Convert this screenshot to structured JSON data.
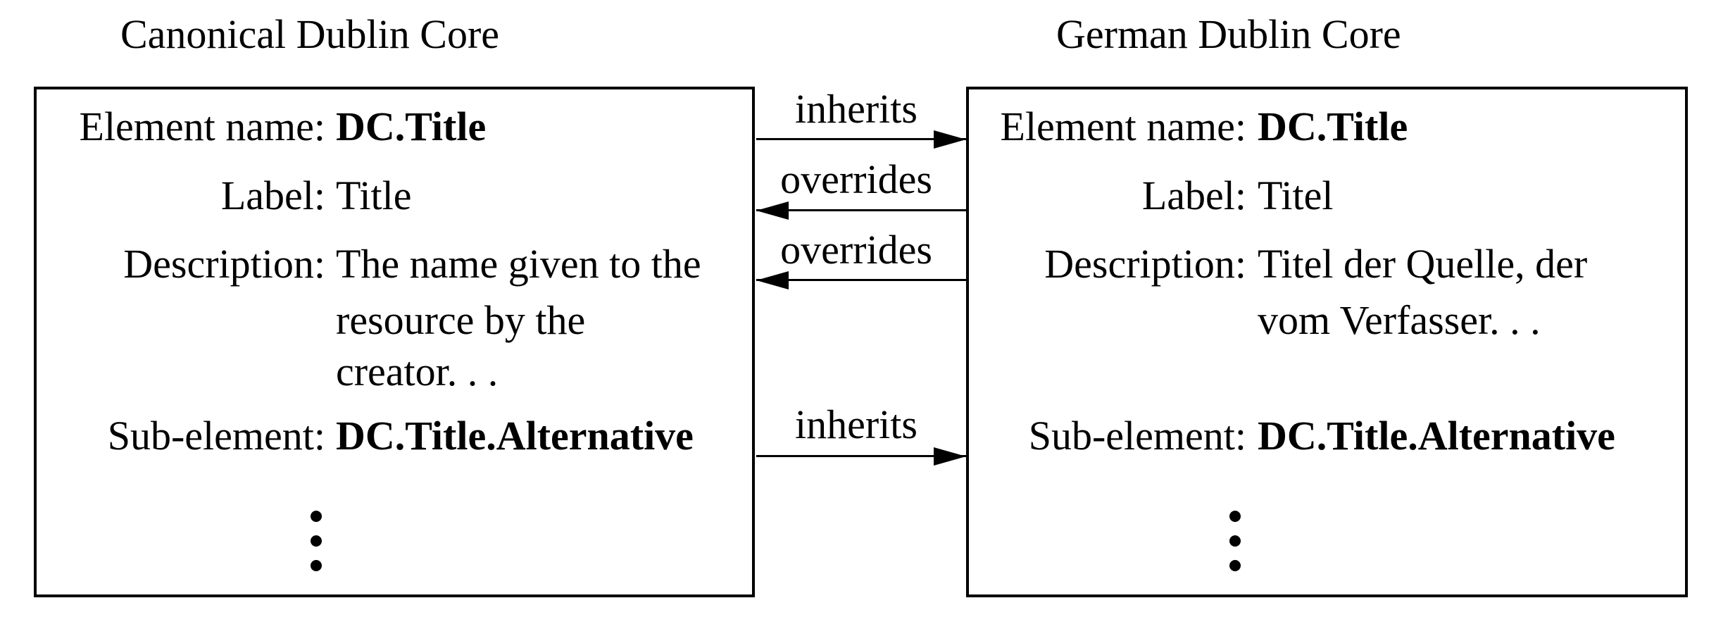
{
  "figure": {
    "left_title": "Canonical Dublin Core",
    "right_title": "German Dublin Core"
  },
  "boxes": {
    "left": {
      "rows": [
        {
          "label": "Element name:",
          "value": "DC.Title"
        },
        {
          "label": "Label:",
          "value": "Title"
        },
        {
          "label": "Description:",
          "lines": [
            "The name given to the",
            "resource by the",
            "creator. . ."
          ]
        },
        {
          "label": "Sub-element:",
          "value": "DC.Title.Alternative"
        }
      ],
      "ellipsis_dots": 3
    },
    "right": {
      "rows": [
        {
          "label": "Element name:",
          "value": "DC.Title"
        },
        {
          "label": "Label:",
          "value": "Titel"
        },
        {
          "label": "Description:",
          "lines": [
            "Titel der Quelle, der",
            "vom Verfasser. . ."
          ]
        },
        {
          "label": "Sub-element:",
          "value": "DC.Title.Alternative"
        }
      ],
      "ellipsis_dots": 3
    }
  },
  "arrows": [
    {
      "label": "inherits",
      "direction": "left-to-right"
    },
    {
      "label": "overrides",
      "direction": "right-to-left"
    },
    {
      "label": "overrides",
      "direction": "right-to-left"
    },
    {
      "label": "inherits",
      "direction": "left-to-right"
    }
  ],
  "colors": {
    "ink": "#000000",
    "background": "#ffffff"
  }
}
